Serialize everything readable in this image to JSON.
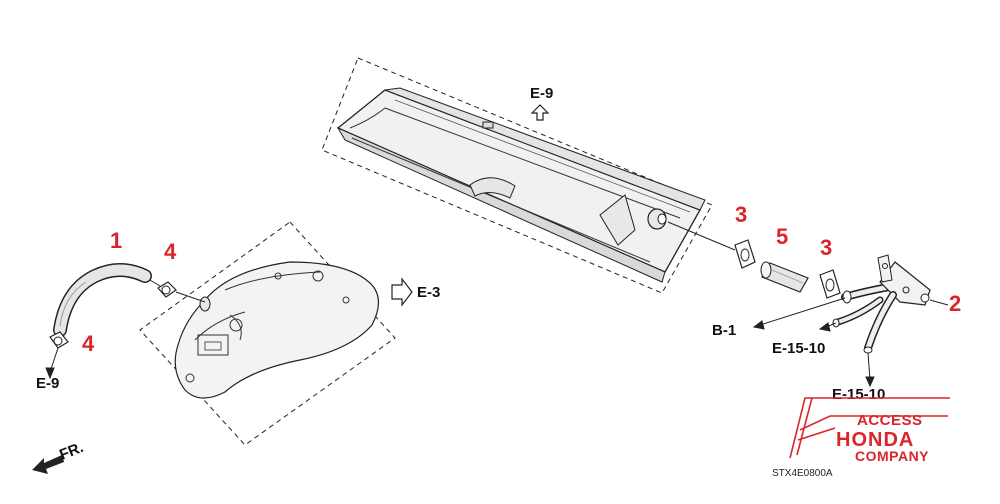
{
  "diagram": {
    "reference_labels": {
      "e9_top": "E-9",
      "e3": "E-3",
      "e9_left": "E-9",
      "b1": "B-1",
      "e15_10_a": "E-15-10",
      "e15_10_b": "E-15-10",
      "front": "FR."
    },
    "callouts": {
      "c1": "1",
      "c2": "2",
      "c3a": "3",
      "c3b": "3",
      "c4a": "4",
      "c4b": "4",
      "c5": "5"
    },
    "drawing_code": "STX4E0800A",
    "callout_color": "#d9262b"
  },
  "logo": {
    "line1": "ACCESS",
    "line2": "HONDA",
    "line3": "COMPANY",
    "color": "#d9262b"
  }
}
